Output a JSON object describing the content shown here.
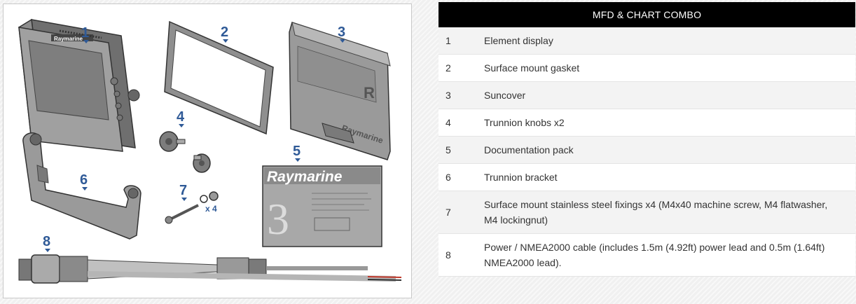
{
  "figure": {
    "callouts": [
      "1",
      "2",
      "3",
      "4",
      "5",
      "6",
      "7",
      "8"
    ],
    "brand_text": "Raymarine",
    "quantity_label": "x 4",
    "doc_pack_digit": "3",
    "suncover_logo": "R"
  },
  "table": {
    "title": "MFD & CHART COMBO",
    "rows": [
      {
        "num": "1",
        "desc": "Element display"
      },
      {
        "num": "2",
        "desc": "Surface mount gasket"
      },
      {
        "num": "3",
        "desc": "Suncover"
      },
      {
        "num": "4",
        "desc": "Trunnion knobs x2"
      },
      {
        "num": "5",
        "desc": "Documentation pack"
      },
      {
        "num": "6",
        "desc": "Trunnion bracket"
      },
      {
        "num": "7",
        "desc": "Surface mount stainless steel fixings x4 (M4x40 machine screw, M4 flatwasher, M4 lockingnut)"
      },
      {
        "num": "8",
        "desc": "Power / NMEA2000 cable (includes 1.5m (4.92ft) power lead and 0.5m (1.64ft) NMEA2000 lead)."
      }
    ]
  },
  "colors": {
    "callout_blue": "#2f5a97",
    "part_grey": "#9a9a9a",
    "header_black": "#000000"
  }
}
